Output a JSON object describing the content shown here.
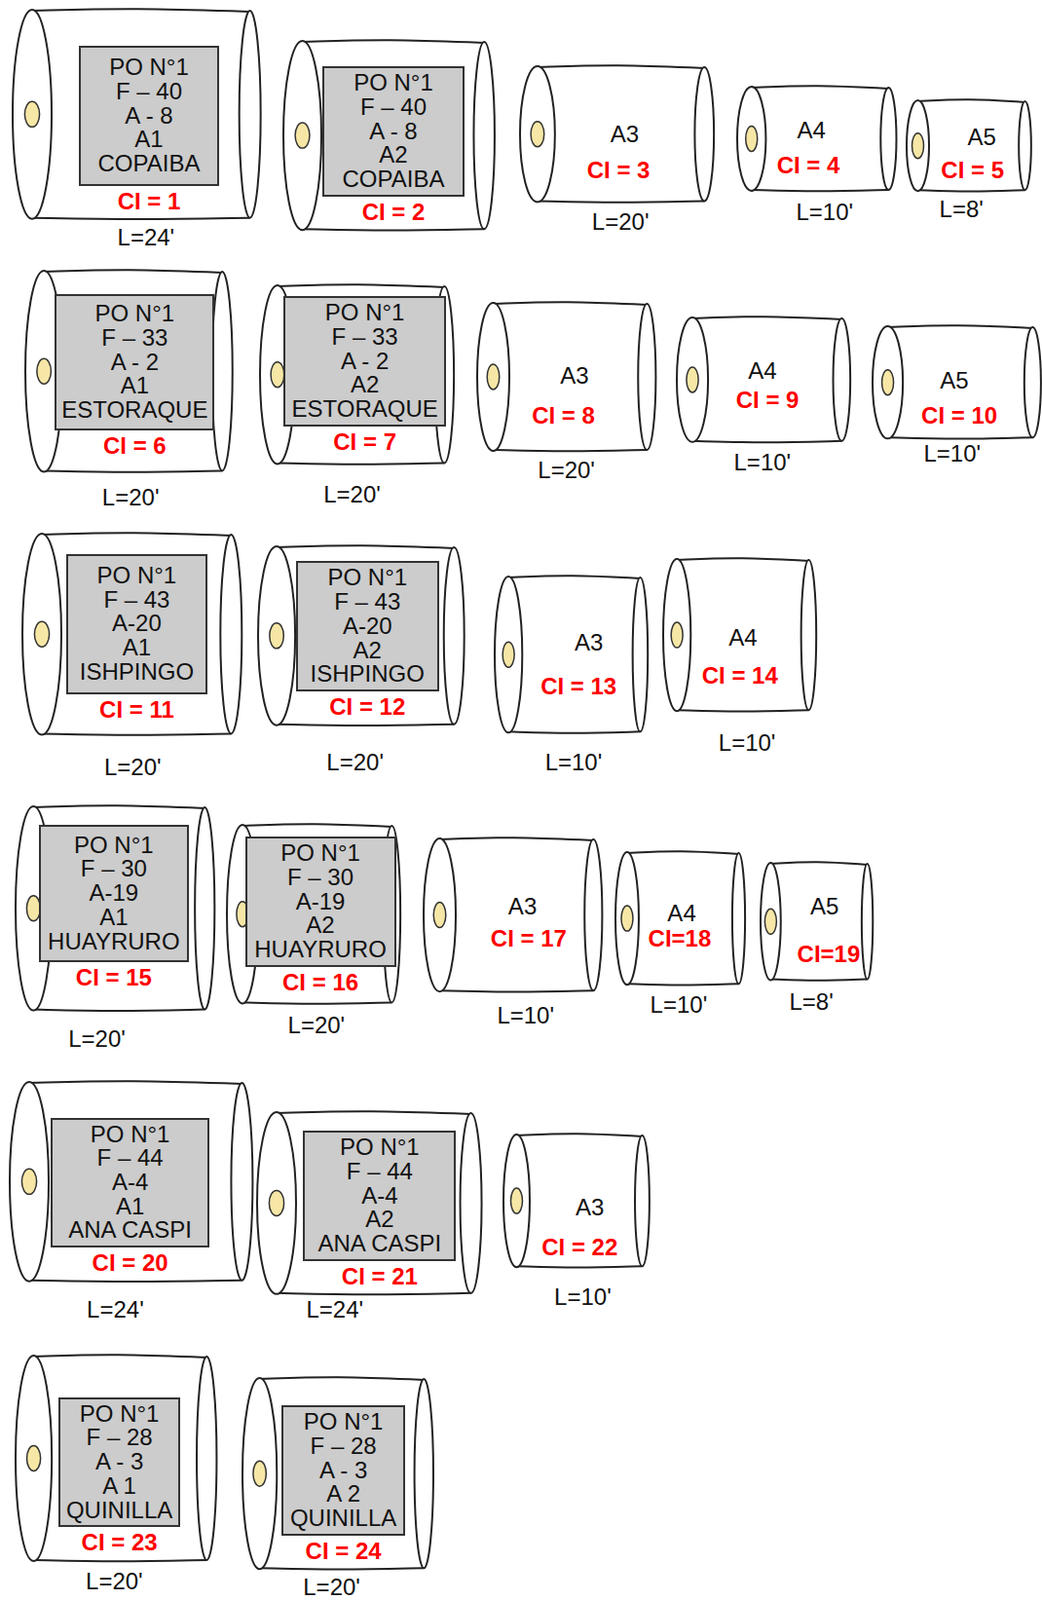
{
  "diagram": {
    "nodes": [
      {
        "text": [
          "CI = 1"
        ]
      },
      {
        "text": [
          "PO N°1",
          "F – 40",
          "A - 8",
          "A1",
          "COPAIBA"
        ],
        "in": 0
      },
      {
        "text": [
          "CI = 2"
        ]
      },
      {
        "text": [
          "PO N°1",
          "F – 40",
          "A - 8",
          "A2",
          "COPAIBA"
        ],
        "in": 2
      },
      {
        "text": [
          "A3",
          "CI = 3"
        ]
      },
      {
        "text": [
          "A4",
          "CI = 4"
        ]
      },
      {
        "text": [
          "A5",
          "CI = 5"
        ]
      },
      {
        "text": [
          "CI = 6"
        ]
      },
      {
        "text": [
          "PO N°1",
          "F – 33",
          "A - 2",
          "A1",
          "ESTORAQUE"
        ],
        "in": 7
      },
      {
        "text": [
          "CI = 7"
        ]
      },
      {
        "text": [
          "PO N°1",
          "F – 33",
          "A - 2",
          "A2",
          "ESTORAQUE"
        ],
        "in": 9
      },
      {
        "text": [
          "A3",
          "CI = 8"
        ]
      },
      {
        "text": [
          "A4",
          "CI = 9"
        ]
      },
      {
        "text": [
          "A5",
          "CI = 10"
        ]
      },
      {
        "text": [
          "CI = 11"
        ]
      },
      {
        "text": [
          "PO N°1",
          "F – 43",
          "A-20",
          "A1",
          "ISHPINGO"
        ],
        "in": 14
      },
      {
        "text": [
          "CI = 12"
        ]
      },
      {
        "text": [
          "PO N°1",
          "F – 43",
          "A-20",
          "A2",
          "ISHPINGO"
        ],
        "in": 16
      },
      {
        "text": [
          "A3",
          "CI = 13"
        ]
      },
      {
        "text": [
          "A4",
          "CI = 14"
        ]
      },
      {
        "text": [
          "CI = 15"
        ]
      },
      {
        "text": [
          "PO N°1",
          "F – 30",
          "A-19",
          "A1",
          "HUAYRURO"
        ],
        "in": 20
      },
      {
        "text": [
          "CI = 16"
        ]
      },
      {
        "text": [
          "PO N°1",
          "F – 30",
          "A-19",
          "A2",
          "HUAYRURO"
        ],
        "in": 22
      },
      {
        "text": [
          "A3",
          "CI = 17"
        ]
      },
      {
        "text": [
          "A4",
          "CI=18"
        ]
      },
      {
        "text": [
          "A5",
          "CI=19"
        ]
      },
      {
        "text": [
          "CI = 20"
        ]
      },
      {
        "text": [
          "PO N°1",
          "F – 44",
          "A-4",
          "A1",
          "ANA CASPI"
        ],
        "in": 27
      },
      {
        "text": [
          "CI = 21"
        ]
      },
      {
        "text": [
          "PO N°1",
          "F – 44",
          "A-4",
          "A2",
          "ANA CASPI"
        ],
        "in": 29
      },
      {
        "text": [
          "A3",
          "CI = 22"
        ]
      },
      {
        "text": [
          "CI = 23"
        ]
      },
      {
        "text": [
          "PO N°1",
          "F – 28",
          "A - 3",
          "A 1",
          "QUINILLA"
        ],
        "in": 32
      },
      {
        "text": [
          "CI = 24"
        ]
      },
      {
        "text": [
          "PO N°1",
          "F – 28",
          "A - 3",
          "A 2",
          "QUINILLA"
        ],
        "in": 34
      }
    ],
    "labels": [
      "L=24'",
      "L=20'",
      "L=10'",
      "L=8'",
      "L=20'",
      "L=20'",
      "L=20'",
      "L=10'",
      "L=10'",
      "L=20'",
      "L=20'",
      "L=10'",
      "L=10'",
      "L=20'",
      "L=20'",
      "L=10'",
      "L=10'",
      "L=8'",
      "L=24'",
      "L=24'",
      "L=10'",
      "L=20'",
      "L=20'"
    ]
  }
}
